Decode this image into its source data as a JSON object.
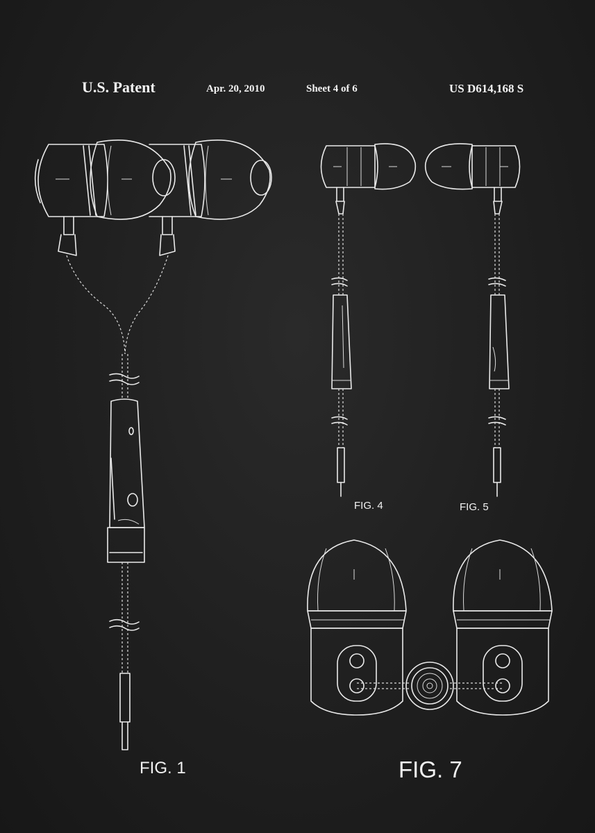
{
  "header": {
    "patent_label": "U.S. Patent",
    "date": "Apr. 20, 2010",
    "sheet": "Sheet 4 of 6",
    "patent_number": "US D614,168 S"
  },
  "figures": {
    "fig1": "FIG. 1",
    "fig4": "FIG. 4",
    "fig5": "FIG. 5",
    "fig7": "FIG. 7"
  }
}
